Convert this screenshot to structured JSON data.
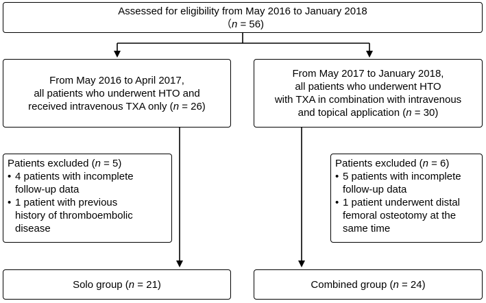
{
  "top_box": {
    "line1": "Assessed for eligibility from May 2016 to January 2018",
    "n_pre": "（",
    "n_var": "n",
    "n_post": " = 56)"
  },
  "left_box": {
    "line1": "From May 2016 to April 2017,",
    "line2": "all patients who underwent HTO and",
    "line3_pre": "received intravenous TXA only (",
    "n_var": "n",
    "line3_post": " = 26)"
  },
  "right_box": {
    "line1": "From May 2017 to January 2018,",
    "line2": "all patients who underwent HTO",
    "line3": "with TXA in combination with intravenous",
    "line4_pre": "and topical application (",
    "n_var": "n",
    "line4_post": " = 30)"
  },
  "left_excluded": {
    "title_pre": "Patients excluded (",
    "n_var": "n",
    "title_post": " = 5)",
    "bullet_char": "•",
    "items": [
      {
        "line1": "4 patients with incomplete",
        "line2": "follow-up data"
      },
      {
        "line1": "1 patient with previous",
        "line2": "history of thromboembolic",
        "line3": "disease"
      }
    ]
  },
  "right_excluded": {
    "title_pre": "Patients excluded (",
    "n_var": "n",
    "title_post": " = 6)",
    "bullet_char": "•",
    "items": [
      {
        "line1": "5 patients with incomplete",
        "line2": "follow-up data"
      },
      {
        "line1": "1 patient underwent distal",
        "line2": "femoral osteotomy at the",
        "line3": "same time"
      }
    ]
  },
  "left_result": {
    "pre": "Solo group (",
    "n_var": "n",
    "post": " = 21)"
  },
  "right_result": {
    "pre": "Combined group (",
    "n_var": "n",
    "post": " = 24)"
  }
}
